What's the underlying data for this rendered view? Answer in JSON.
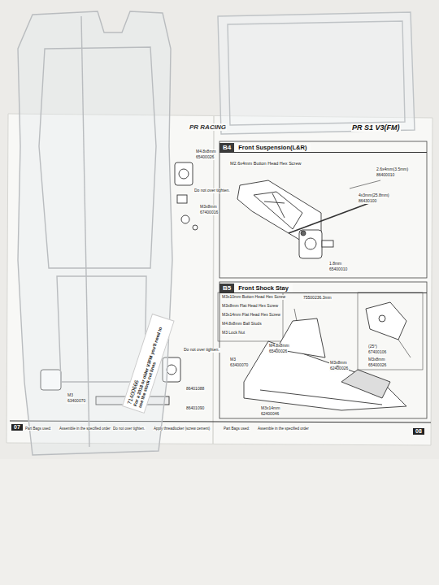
{
  "diagram": {
    "nodes": [
      {
        "text": [
          "B4",
          "Front Suspension(L&R)"
        ]
      },
      {
        "text": [
          "B5",
          "Front Shock Stay"
        ]
      },
      {
        "text": [
          "71400666",
          "For a 2018 or older V3FM you'll need to use the stock cut lines"
        ]
      }
    ],
    "labels": [
      "PR RACING",
      "PR S1 V3(FM)",
      "M2.6x4mm Button Head Hex Screw",
      "2.6x4mm(3.5mm)",
      "86400010",
      "4x3mm(25.8mm)",
      "86430100",
      "1.8mm",
      "65400010",
      "M3x10mm Button Head Hex Screw",
      "M3x8mm Flat Head Hex Screw",
      "M3x14mm Flat Head Hex Screw",
      "M4.8x8mm Ball Studs",
      "M3 Lock Nut",
      "75500236.3mm",
      "M4.8x8mm",
      "65400026",
      "M3",
      "63400070",
      "(25°)",
      "67400106",
      "M3x8mm",
      "65400026",
      "M3x8mm",
      "62400026",
      "M3x14mm",
      "62400046",
      "M4.8x8mm",
      "65400026",
      "Do not over tighten.",
      "M3x8mm",
      "67400016",
      "Do not over tighten.",
      "86401088",
      "86401090",
      "M3",
      "63400070",
      "07",
      "Part Bags used:",
      "Assemble in the specified order",
      "Do not over tighten.",
      "Apply threadlocker (screw cement)",
      "Part Bags used:",
      "Assemble in the specified order",
      "08"
    ]
  }
}
